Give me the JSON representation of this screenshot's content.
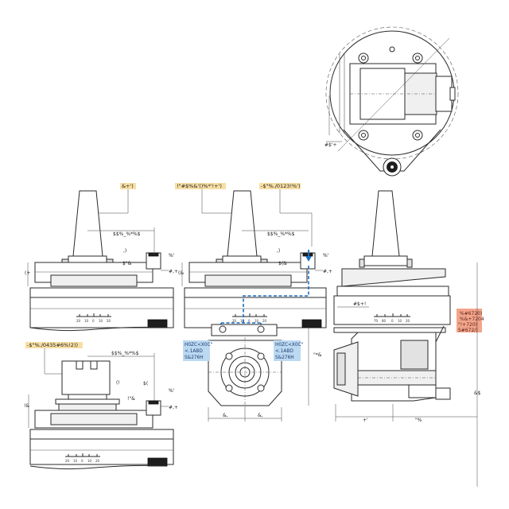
{
  "labels": {
    "tag_a": "&+')",
    "tag_b": "!\"#$%&'()%*'!+')",
    "tag_c": "-$\"%./0123!%')",
    "tag_d": "-$\"%./0435#6%!2))",
    "blue_left": [
      "H0ZC<X0C\"",
      "<.1ABD",
      "S&276H"
    ],
    "blue_right": [
      "H0ZC<X0C\"",
      "<.1ABD",
      "S&276H"
    ],
    "red_box": [
      "%#6720)",
      "%&+7204",
      "\"!+720)",
      "S#672/)"
    ],
    "dim_top1": "$$%_%*%$",
    "dim_top2": "$$%_%*%$",
    "dim_bot": "$$%_%*%$",
    "dim_top_view": "#$'+",
    "dim_side": "#$+!",
    "dim_side_h": "&$",
    "dim_side_w1": "+'",
    "dim_side_w2": "\"%",
    "dim_front_w1": "&,",
    "dim_front_w2": "&,",
    "dim_front_h": "\"*&",
    "dim_small1": "$\"&",
    "dim_small2": "$(&",
    "dim_small3": "$(",
    "dim_small4": "!\"&",
    "dim_small5": "(!",
    "dim_pct1": "%'",
    "dim_pct2": "%'",
    "dim_pct3": "%'",
    "dim_r1": "#,+",
    "dim_r2": "#,+",
    "dim_r3": "#,+",
    "dim_j1": ",)",
    "dim_j2": ",)",
    "dim_left1": "(+",
    "dim_left2": "(&",
    "dim_left3": "!&",
    "scale_nums": [
      "20",
      "10",
      "0",
      "10",
      "20"
    ],
    "scale_nums_side": [
      "70",
      "80",
      "0",
      "10",
      "20"
    ]
  },
  "colors": {
    "tag_yellow": "#f8dfa4",
    "tag_blue": "#bcd9f2",
    "tag_red": "#f3a58c",
    "blue_line": "#1d6fbf"
  }
}
